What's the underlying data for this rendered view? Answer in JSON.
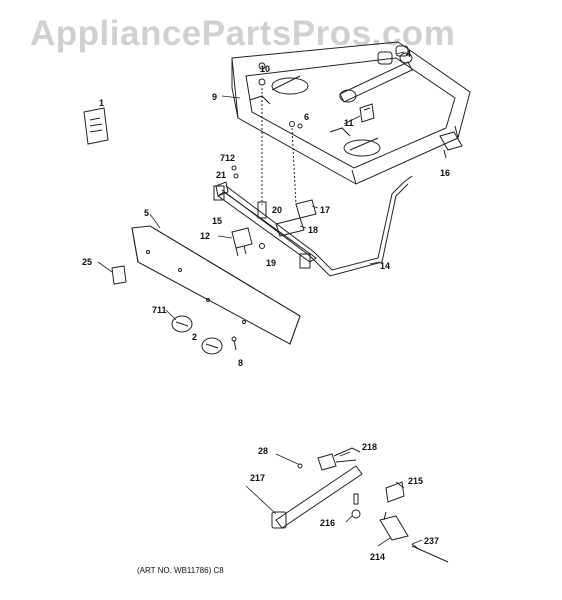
{
  "watermark": "AppliancePartsPros.com",
  "art_number": "(ART NO. WB11786) C8",
  "callouts": {
    "c1": "1",
    "c4": "4",
    "c9": "9",
    "c10": "10",
    "c6": "6",
    "c11": "11",
    "c16": "16",
    "c712": "712",
    "c21": "21",
    "c5": "5",
    "c20": "20",
    "c17": "17",
    "c15": "15",
    "c18": "18",
    "c12": "12",
    "c19": "19",
    "c14": "14",
    "c25": "25",
    "c711": "711",
    "c2": "2",
    "c8": "8",
    "c28": "28",
    "c218": "218",
    "c217": "217",
    "c215": "215",
    "c216": "216",
    "c214": "214",
    "c237": "237"
  }
}
